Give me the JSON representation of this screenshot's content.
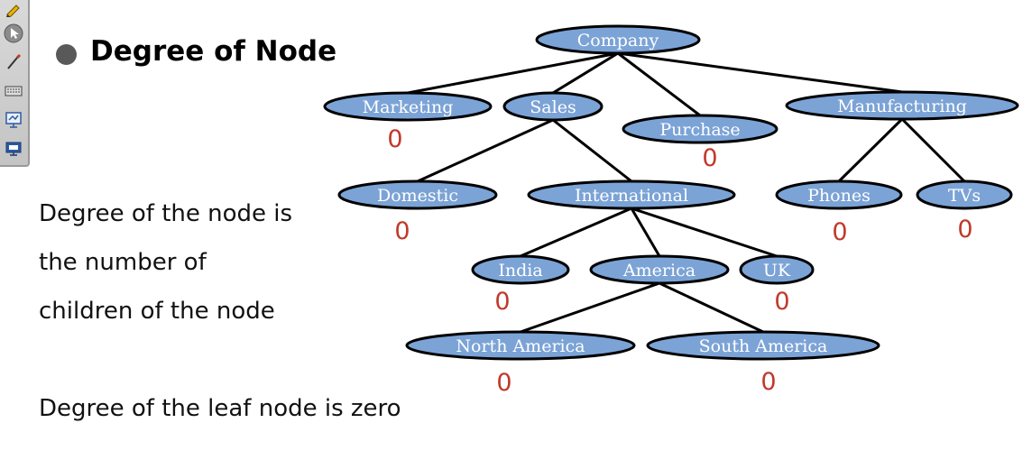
{
  "title": "Degree of Node",
  "description_lines": [
    "Degree of the node is",
    "the number of",
    "children of the node"
  ],
  "leaf_note": "Degree of the leaf node is zero",
  "colors": {
    "node_fill": "#7ba3d6",
    "node_stroke": "#000000",
    "degree_text": "#c0392b",
    "bullet": "#595959"
  },
  "toolbar": {
    "tools": [
      "pen-icon",
      "pointer-icon",
      "marker-icon",
      "keyboard-icon",
      "whiteboard-icon",
      "screen-icon"
    ]
  },
  "tree": {
    "nodes": [
      {
        "id": "company",
        "label": "Company"
      },
      {
        "id": "marketing",
        "label": "Marketing",
        "degree": "0"
      },
      {
        "id": "sales",
        "label": "Sales"
      },
      {
        "id": "purchase",
        "label": "Purchase",
        "degree": "0"
      },
      {
        "id": "manufacturing",
        "label": "Manufacturing"
      },
      {
        "id": "domestic",
        "label": "Domestic",
        "degree": "0"
      },
      {
        "id": "international",
        "label": "International"
      },
      {
        "id": "phones",
        "label": "Phones",
        "degree": "0"
      },
      {
        "id": "tvs",
        "label": "TVs",
        "degree": "0"
      },
      {
        "id": "india",
        "label": "India",
        "degree": "0"
      },
      {
        "id": "america",
        "label": "America"
      },
      {
        "id": "uk",
        "label": "UK",
        "degree": "0"
      },
      {
        "id": "north_america",
        "label": "North America",
        "degree": "0"
      },
      {
        "id": "south_america",
        "label": "South America",
        "degree": "0"
      }
    ],
    "edges": [
      [
        "company",
        "marketing"
      ],
      [
        "company",
        "sales"
      ],
      [
        "company",
        "purchase"
      ],
      [
        "company",
        "manufacturing"
      ],
      [
        "sales",
        "domestic"
      ],
      [
        "sales",
        "international"
      ],
      [
        "manufacturing",
        "phones"
      ],
      [
        "manufacturing",
        "tvs"
      ],
      [
        "international",
        "india"
      ],
      [
        "international",
        "america"
      ],
      [
        "international",
        "uk"
      ],
      [
        "america",
        "north_america"
      ],
      [
        "america",
        "south_america"
      ]
    ]
  }
}
